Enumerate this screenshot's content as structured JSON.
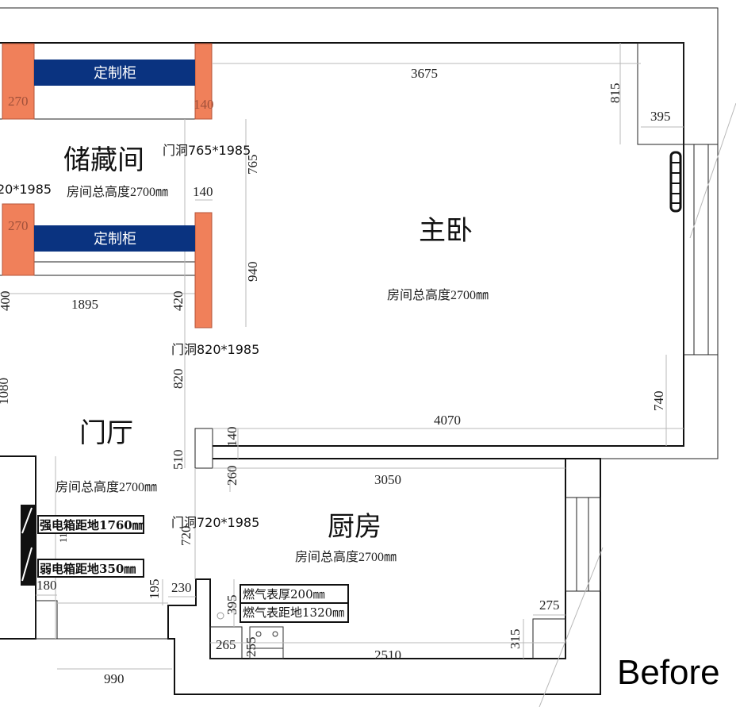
{
  "rooms": {
    "storage": {
      "name": "储藏间",
      "height_note": "房间总高度2700㎜",
      "door": "门洞765*1985"
    },
    "master_bedroom": {
      "name": "主卧",
      "height_note": "房间总高度2700㎜"
    },
    "foyer": {
      "name": "门厅",
      "height_note": "房间总高度2700㎜",
      "door": "门洞820*1985"
    },
    "kitchen": {
      "name": "厨房",
      "height_note": "房间总高度2700㎜",
      "door": "门洞720*1985"
    }
  },
  "partial_door_label": "20*1985",
  "cabinets": {
    "top": "定制柜",
    "bottom": "定制柜"
  },
  "annotations": {
    "strong_box": "强电箱距地1760㎜",
    "weak_box": "弱电箱距地350㎜",
    "gas_thickness": "燃气表厚200㎜",
    "gas_height": "燃气表距地1320㎜"
  },
  "dimensions": {
    "d3675": "3675",
    "d815": "815",
    "d395a": "395",
    "d270a": "270",
    "d140a": "140",
    "d765": "765",
    "d140b": "140",
    "d270b": "270",
    "d940": "940",
    "d400": "400",
    "d1895": "1895",
    "d420": "420",
    "d820": "820",
    "d1080": "1080",
    "d740": "740",
    "d4070": "4070",
    "d140c": "140",
    "d510": "510",
    "d260": "260",
    "d3050": "3050",
    "d720": "720",
    "d180": "180",
    "d195": "195",
    "d230": "230",
    "d395b": "395",
    "d275": "275",
    "d315": "315",
    "d265": "265",
    "d255": "255",
    "d2510": "2510",
    "d990": "990",
    "d11": "11"
  },
  "caption": "Before",
  "colors": {
    "brick": "#f0805a",
    "cabinet": "#0a3380"
  }
}
